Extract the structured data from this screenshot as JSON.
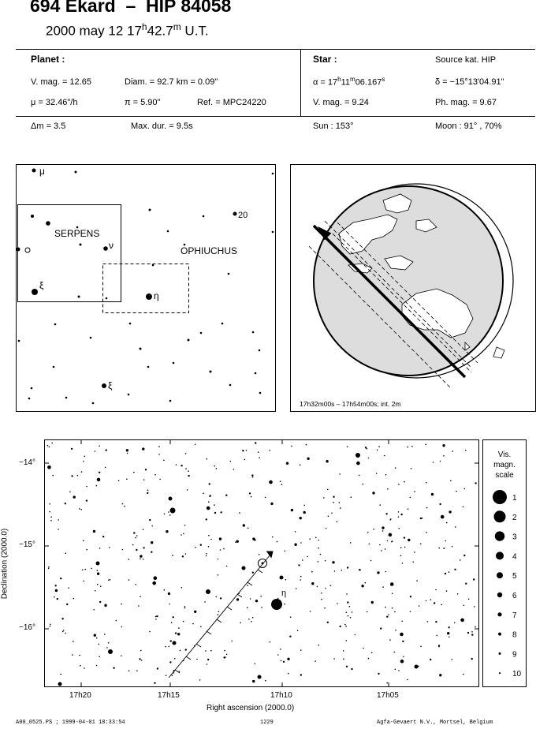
{
  "header": {
    "title": "694 Ekard  –  HIP 84058",
    "date": "2000 may 12  17",
    "time_h_sup": "h",
    "time_min": "42.7",
    "time_m_sup": "m",
    "time_suffix": " U.T."
  },
  "planet": {
    "heading": "Planet :",
    "vmag": "V. mag. = 12.65",
    "diam": "Diam. = 92.7 km = 0.09\"",
    "mu": "μ =  32.46\"/h",
    "pi": "π =  5.90\"",
    "ref": "Ref. = MPC24220",
    "dm": "Δm = 3.5",
    "maxdur": "Max. dur. = 9.5s"
  },
  "star": {
    "heading": "Star :",
    "source": "Source kat.  HIP",
    "alpha": "α = 17",
    "alpha_h": "h",
    "alpha_m_val": "11",
    "alpha_m": "m",
    "alpha_s_val": "06.167",
    "alpha_s": "s",
    "delta": "δ = −15°13'04.91\"",
    "vmag": "V. mag. =  9.24",
    "phmag": "Ph. mag. =  9.67",
    "sun": "Sun : 153°",
    "moon": "Moon :  91° , 70%"
  },
  "finder": {
    "labels": {
      "serpens": "SERPENS",
      "ophiuchus": "OPHIUCHUS",
      "mu": "μ",
      "nu": "ν",
      "xi1": "ξ",
      "xi2": "ξ",
      "eta": "η",
      "n20": "20"
    }
  },
  "globe": {
    "caption": "17h32m00s – 17h54m00s; int.  2m"
  },
  "chart": {
    "ylabel": "Declination (2000.0)",
    "xlabel": "Right ascension (2000.0)",
    "yticks": [
      "−14°",
      "−15°",
      "−16°"
    ],
    "xticks": [
      "17h20",
      "17h15",
      "17h10",
      "17h05"
    ],
    "star_label": "η"
  },
  "scale": {
    "title": [
      "Vis.",
      "magn.",
      "scale"
    ],
    "items": [
      "1",
      "2",
      "3",
      "4",
      "5",
      "6",
      "7",
      "8",
      "9",
      "10"
    ]
  },
  "footer": {
    "left": "A00_0525.PS ; 1999-04-01 18:33:54",
    "center": "1229",
    "right": "Agfa-Gevaert N.V., Mortsel, Belgium"
  }
}
